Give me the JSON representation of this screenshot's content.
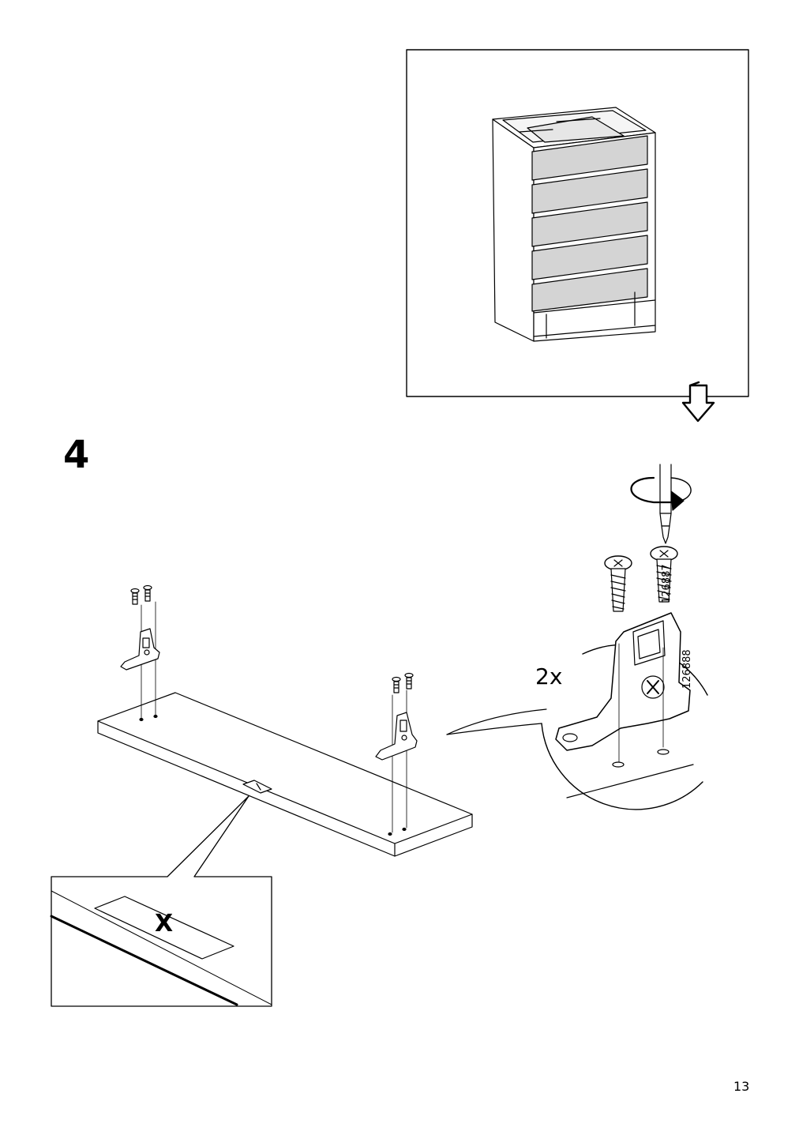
{
  "step": {
    "number": "4"
  },
  "page": {
    "number": "13"
  },
  "callout": {
    "quantity": "2x"
  },
  "parts": {
    "screw_id": "126887",
    "bracket_id": "126888"
  },
  "detail": {
    "mark": "X"
  }
}
